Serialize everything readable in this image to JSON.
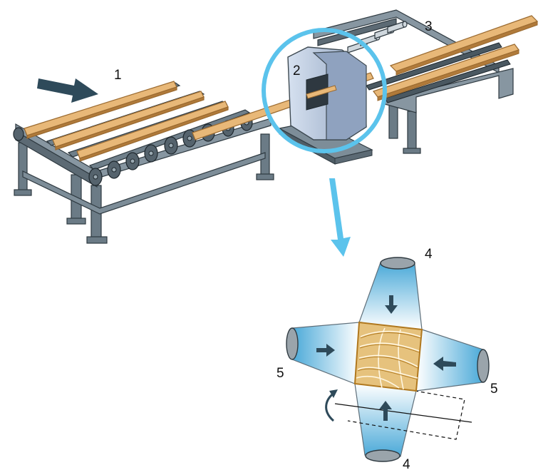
{
  "labels": {
    "infeed": "1",
    "scanner": "2",
    "outfeed": "3",
    "source_top": "4",
    "source_bottom": "4",
    "detector_left": "5",
    "detector_right": "5"
  },
  "colors": {
    "steel": "#6b7b86",
    "steel_dark": "#3e4a52",
    "steel_light": "#9aa9b2",
    "wood": "#e8b878",
    "wood_edge": "#b07a3a",
    "highlight": "#5bc3ec",
    "beam": "#bfe3f5",
    "arrow": "#2e4a5a",
    "machine": "#b9c9e0"
  }
}
